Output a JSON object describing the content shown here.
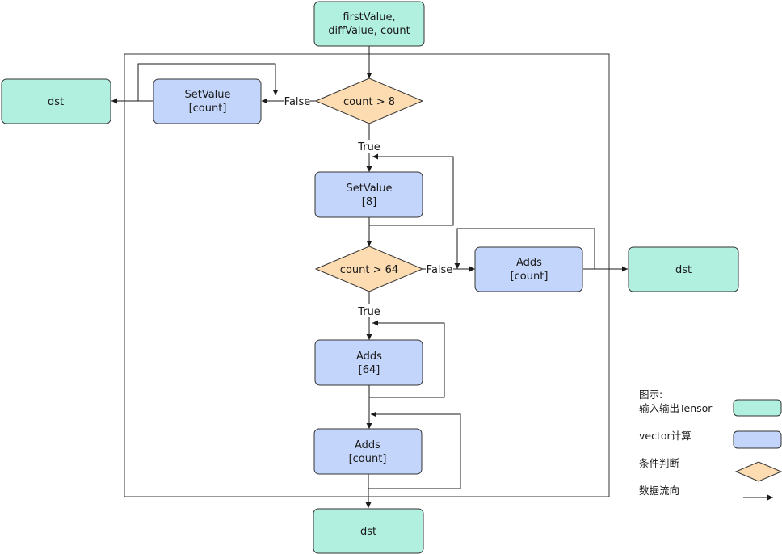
{
  "nodes": {
    "input": {
      "line1": "firstValue,",
      "line2": "diffValue, count"
    },
    "dst_left": {
      "text": "dst"
    },
    "dst_right": {
      "text": "dst"
    },
    "dst_bottom": {
      "text": "dst"
    },
    "setvalue_count": {
      "line1": "SetValue",
      "line2": "[count]"
    },
    "setvalue_8": {
      "line1": "SetValue",
      "line2": "[8]"
    },
    "adds_count_right": {
      "line1": "Adds",
      "line2": "[count]"
    },
    "adds_64": {
      "line1": "Adds",
      "line2": "[64]"
    },
    "adds_count_bottom": {
      "line1": "Adds",
      "line2": "[count]"
    },
    "cond_8": {
      "text": "count > 8"
    },
    "cond_64": {
      "text": "count > 64"
    }
  },
  "edge_labels": {
    "false_1": "False",
    "true_1": "True",
    "false_2": "False",
    "true_2": "True"
  },
  "legend": {
    "title": "图示:",
    "io": "输入输出Tensor",
    "vector": "vector计算",
    "condition": "条件判断",
    "dataflow": "数据流向"
  },
  "colors": {
    "io_fill": "#b1efdf",
    "vector_fill": "#c3d5fb",
    "condition_fill": "#fcdcb0"
  }
}
